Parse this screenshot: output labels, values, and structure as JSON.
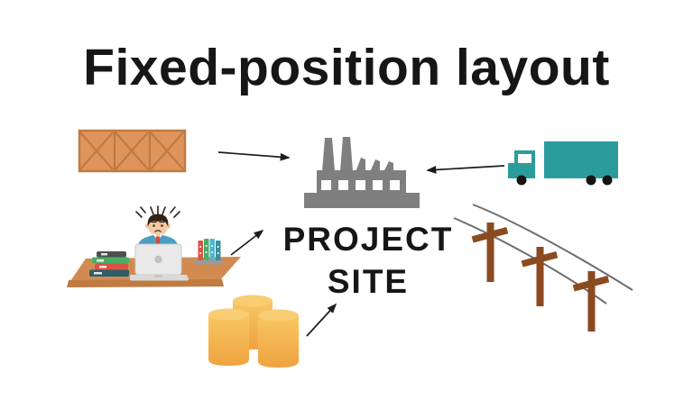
{
  "title": "Fixed-position layout",
  "center_label": {
    "line1": "PROJECT",
    "line2": "SITE"
  },
  "icons": [
    {
      "name": "crate-icon",
      "shape": "orange wooden crate with X braces"
    },
    {
      "name": "factory-icon",
      "shape": "gray factory with two chimneys and five windows"
    },
    {
      "name": "truck-icon",
      "shape": "teal box truck facing left"
    },
    {
      "name": "worker-at-desk-icon",
      "shape": "stressed worker with laptop and books at desk"
    },
    {
      "name": "power-line-icon",
      "shape": "three brown utility poles with sagging wires"
    },
    {
      "name": "barrels-icon",
      "shape": "three yellow barrels"
    }
  ],
  "edges": [
    {
      "from": "crate",
      "to": "project-site",
      "arrow": true
    },
    {
      "from": "truck",
      "to": "project-site",
      "arrow": true
    },
    {
      "from": "worker-at-desk",
      "to": "project-site",
      "arrow": true
    },
    {
      "from": "barrels",
      "to": "project-site",
      "arrow": true
    },
    {
      "from": "power-line",
      "to": "project-site",
      "arrow": false
    }
  ],
  "colors": {
    "background": "#ffffff",
    "text": "#161616",
    "arrow": "#1c1c1c",
    "crate_fill": "#DF945C",
    "crate_line": "#C07A3F",
    "factory": "#7F7F7F",
    "truck": "#2A9C9C",
    "wheel": "#151515",
    "wire": "#6E6E6E",
    "pole": "#8B4A1F",
    "barrel_light": "#F8C763",
    "barrel_dark": "#EFA340",
    "barrel_top": "#F9CD74",
    "desk": "#D28A50",
    "desk_edge": "#BF7B42",
    "skin": "#F5C9A2",
    "hair": "#30231A",
    "shirt": "#4C9FBE",
    "tie": "#D84A38",
    "laptop": "#E9E9E9"
  }
}
